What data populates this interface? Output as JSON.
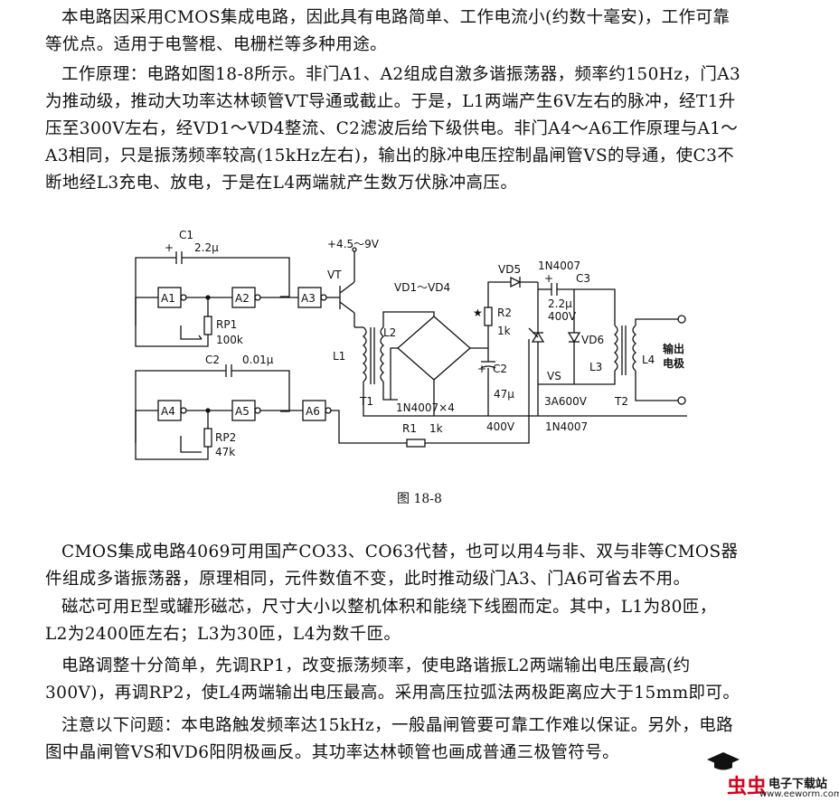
{
  "paragraphs": [
    {
      "id": "intro",
      "lines": [
        "本电路因采用CMOS集成电路，因此具有电路简单、工作电流小(约数十毫安)，工作可靠",
        "等优点。适用于电警棍、电栅栏等多种用途。"
      ]
    },
    {
      "id": "principle",
      "lines": [
        "工作原理：电路如图18-8所示。非门A1、A2组成自激多谐振荡器，频率约150Hz，门A3",
        "为推动级，推动大功率达林顿管VT导通或截止。于是，L1两端产生6V左右的脉冲，经T1升",
        "压至300V左右，经VD1～VD4整流、C2滤波后给下级供电。非门A4～A6工作原理与A1～",
        "A3相同，只是振荡频率较高(15kHz左右)，输出的脉冲电压控制晶闸管VS的导通，使C3不",
        "断地经L3充电、放电，于是在L4两端就产生数万伏脉冲高压。"
      ]
    },
    {
      "id": "substitute",
      "lines": [
        "CMOS集成电路4069可用国产CO33、CO63代替，也可以用4与非、双与非等CMOS器",
        "件组成多谐振荡器，原理相同，元件数值不变，此时推动级门A3、门A6可省去不用。"
      ]
    },
    {
      "id": "core",
      "lines": [
        "磁芯可用E型或罐形磁芯，尺寸大小以整机体积和能绕下线圈而定。其中，L1为80匝，",
        "L2为2400匝左右；L3为30匝，L4为数千匝。"
      ]
    },
    {
      "id": "adjust",
      "lines": [
        "电路调整十分简单，先调RP1，改变振荡频率，使电路谐振L2两端输出电压最高(约",
        "300V)，再调RP2，使L4两端输出电压最高。采用高压拉弧法两极距离应大于15mm即可。"
      ]
    },
    {
      "id": "notes",
      "lines": [
        "注意以下问题：本电路触发频率达15kHz，一般晶闸管要可靠工作难以保证。另外，电路",
        "图中晶闸管VS和VD6阳阴极画反。其功率达林顿管也画成普通三极管符号。"
      ]
    }
  ],
  "figure": {
    "caption": "图 18-8",
    "labels": {
      "c1": "C1",
      "c1_value": "2.2μ",
      "c1_plus": "+",
      "supply": "+4.5～9V",
      "vt": "VT",
      "a1": "A1",
      "a2": "A2",
      "a3": "A3",
      "a4": "A4",
      "a5": "A5",
      "a6": "A6",
      "rp1": "RP1",
      "rp1_value": "100k",
      "c2_top": "C2",
      "c2_top_value": "0.01μ",
      "rp2": "RP2",
      "rp2_value": "47k",
      "l1": "L1",
      "l2": "L2",
      "t1": "T1",
      "vd1_vd4": "VD1～VD4",
      "bridge_part": "1N4007×4",
      "vd5": "VD5",
      "vd5_part": "1N4007",
      "c3": "C3",
      "c3_plus": "+",
      "c3_value": "2.2μ",
      "c3_voltage": "400V",
      "r2": "R2",
      "r2_star": "★",
      "r2_value": "1k",
      "c2": "C2",
      "c2_plus": "+",
      "c2_value": "47μ",
      "c2_voltage": "400V",
      "vd6": "VD6",
      "vs": "VS",
      "vs_part": "3A600V",
      "vd6_part": "1N4007",
      "l3": "L3",
      "l4": "L4",
      "t2": "T2",
      "output_line1": "输出",
      "output_line2": "电极",
      "r1": "R1",
      "r1_value": "1k"
    }
  },
  "watermark": {
    "brand": "虫虫",
    "name": "电子下载站",
    "url": "www.eeworm.com",
    "brand_color": "#d8001a"
  }
}
